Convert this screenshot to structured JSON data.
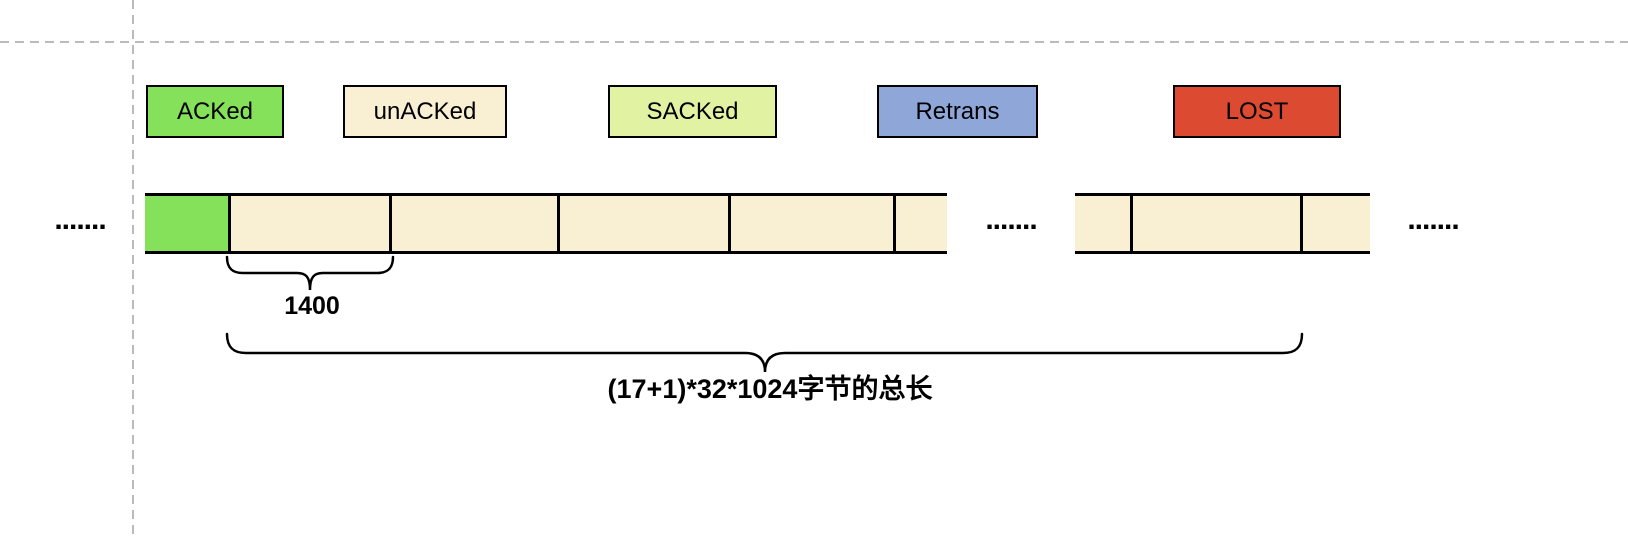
{
  "diagram": {
    "legend": {
      "items": [
        {
          "label": "ACKed",
          "color": "#85E15A"
        },
        {
          "label": "unACKed",
          "color": "#F9EFD2"
        },
        {
          "label": "SACKed",
          "color": "#E1F2A3"
        },
        {
          "label": "Retrans",
          "color": "#8FA6D9"
        },
        {
          "label": "LOST",
          "color": "#DB4A31"
        }
      ]
    },
    "sequence_bar": {
      "left_ellipsis": ".......",
      "middle_ellipsis": ".......",
      "right_ellipsis": ".......",
      "main_row_states": [
        "ACKed",
        "unACKed",
        "unACKed",
        "unACKed",
        "unACKed",
        "unACKed"
      ],
      "right_row_states": [
        "unACKed",
        "unACKed",
        "unACKed"
      ]
    },
    "annotations": {
      "segment_size_label": "1400",
      "total_length_label": "(17+1)*32*1024字节的总长"
    },
    "colors": {
      "acked": "#85E15A",
      "unacked": "#F9EFD2",
      "sacked": "#E1F2A3",
      "retrans": "#8FA6D9",
      "lost": "#DB4A31",
      "border": "#000000",
      "brace": "#000000",
      "dashed_guide": "#bbbbbb",
      "text": "#000000"
    }
  }
}
